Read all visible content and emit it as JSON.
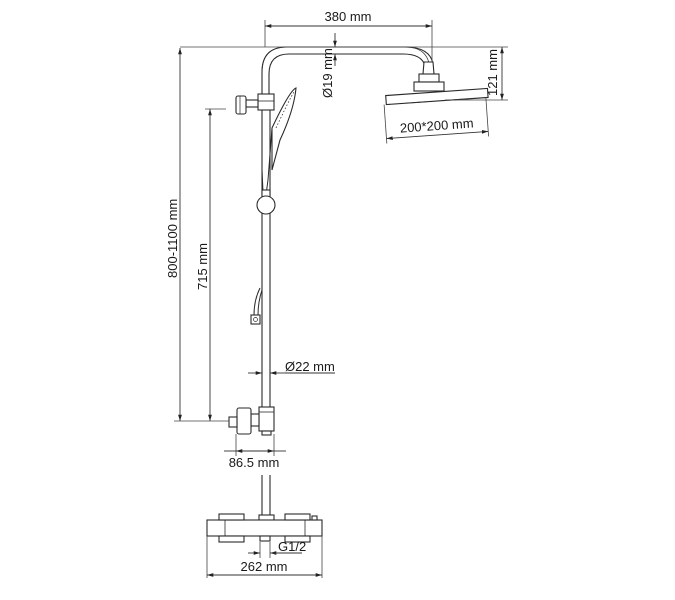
{
  "diagram": {
    "subject": "Thermostatic shower system technical drawing",
    "dimensions": {
      "arm_length": "380 mm",
      "arm_diameter": "Ø19 mm",
      "head_drop": "121 mm",
      "head_size": "200*200 mm",
      "total_height": "800-1100 mm",
      "rail_height": "715 mm",
      "pipe_diameter": "Ø22 mm",
      "connector_offset": "86.5 mm",
      "thread": "G1/2",
      "mixer_width": "262 mm"
    },
    "colors": {
      "line": "#2a2a2a",
      "background": "#ffffff"
    }
  }
}
